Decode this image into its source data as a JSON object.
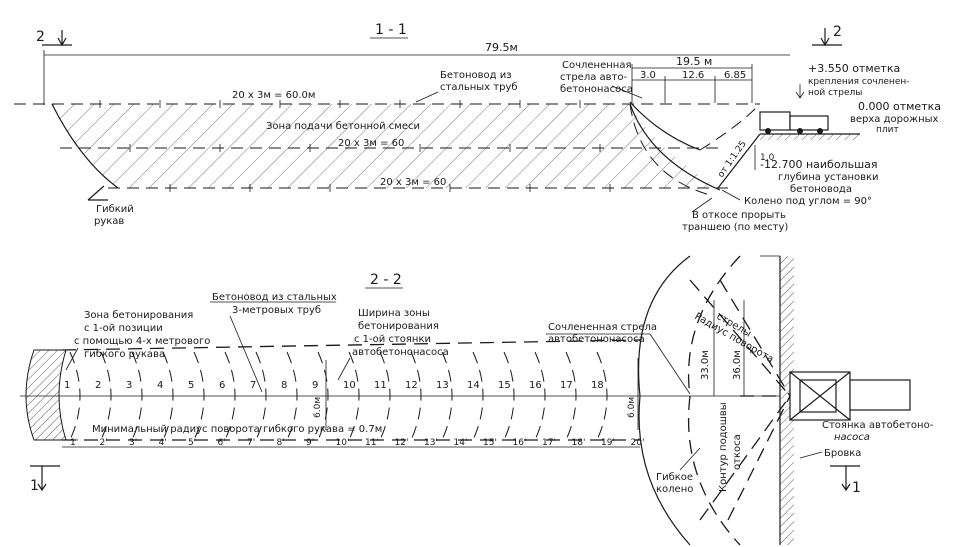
{
  "section_1": {
    "title": "1 - 1",
    "mark_left": "2",
    "mark_right": "2",
    "total_length": "79.5м",
    "boom_length": "19.5 м",
    "dims": [
      "3.0",
      "12.6",
      "6.85"
    ],
    "run_1": "20 х 3м = 60.0м",
    "run_2": "20 х 3м = 60",
    "run_3": "20 х 3м = 60",
    "pipe_label": [
      "Бетоновод из",
      "стальных труб"
    ],
    "zone_label": "Зона подачи бетонной смеси",
    "boom_label": [
      "Сочлененная",
      "стрела авто-",
      "бетононасоса"
    ],
    "elev_top": "+3.550 отметка",
    "elev_top_sub": [
      "крепления сочленен-",
      "ной стрелы"
    ],
    "elev_zero": "0.000 отметка",
    "elev_zero_sub": [
      "верха дорожных",
      "плит"
    ],
    "elev_bottom": "-12.700 наибольшая",
    "elev_bottom_sub": [
      "глубина установки",
      "бетоновода"
    ],
    "slope": "от 1:1.25",
    "slope_dim": "1.0",
    "elbow": "Колено под углом = 90°",
    "trench": [
      "В откосе прорыть",
      "траншею (по месту)"
    ],
    "hose": [
      "Гибкий",
      "рукав"
    ]
  },
  "section_2": {
    "title": "2 - 2",
    "mark_left": "1",
    "mark_right": "1",
    "zone_label": [
      "Зона бетонирования",
      "с 1-ой позиции",
      "с помощью 4-х метрового",
      "гибкого рукава"
    ],
    "pipe_label": [
      "Бетоновод из стальных",
      "3-метровых труб"
    ],
    "width_label": [
      "Ширина зоны",
      "бетонирования",
      "с 1-ой стоянки",
      "автобетононасоса"
    ],
    "boom_label": [
      "Сочлененная стрела",
      "автобетононасоса"
    ],
    "radius_label": [
      "Радиус поворота",
      "стрелы"
    ],
    "dim_33": "33.0м",
    "dim_36": "36.0м",
    "dim_6a": "6.0м",
    "dim_6b": "6.0м",
    "min_radius": "Минимальный радиус поворота гибкого рукава = 0.7м",
    "numbers_top": [
      "1",
      "2",
      "3",
      "4",
      "5",
      "6",
      "7",
      "8",
      "9",
      "10",
      "11",
      "12",
      "13",
      "14",
      "15",
      "16",
      "17",
      "18"
    ],
    "numbers_bottom": [
      "1'",
      "2'",
      "3'",
      "4'",
      "5'",
      "6'",
      "7'",
      "8'",
      "9'",
      "10'",
      "11'",
      "12'",
      "13'",
      "14'",
      "15'",
      "16'",
      "17'",
      "18'",
      "19'",
      "20'"
    ],
    "contour_label": [
      "Контур подошвы",
      "откоса"
    ],
    "stand_label": [
      "Стоянка автобетоно-",
      "насоса"
    ],
    "edge_label": "Бровка",
    "flex_elbow": [
      "Гибкое",
      "колено"
    ]
  }
}
